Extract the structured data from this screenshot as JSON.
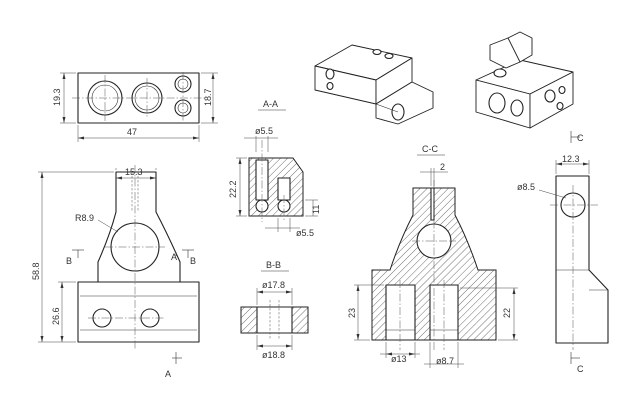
{
  "drawing": {
    "top_view": {
      "width": "47",
      "left_height": "19.3",
      "right_height": "18.7"
    },
    "front_view": {
      "top_width": "15.3",
      "radius": "R8.9",
      "total_height": "58.8",
      "base_height": "26.6",
      "section_mark_b": "B",
      "section_mark_a": "A"
    },
    "section_aa": {
      "title": "A-A",
      "top_dia": "ø5.5",
      "height": "22.2",
      "right_dim": "11",
      "bottom_dia": "ø5.5"
    },
    "section_bb": {
      "title": "B-B",
      "top_dia": "ø17.8",
      "bottom_dia": "ø18.8"
    },
    "section_cc": {
      "title": "C-C",
      "top_dim": "2",
      "left_dim": "23",
      "right_dim": "22",
      "dia_left": "ø13",
      "dia_right": "ø8.7"
    },
    "side_view": {
      "top_width": "12.3",
      "dia": "ø8.5",
      "mark_top": "C",
      "mark_bottom": "C"
    }
  }
}
